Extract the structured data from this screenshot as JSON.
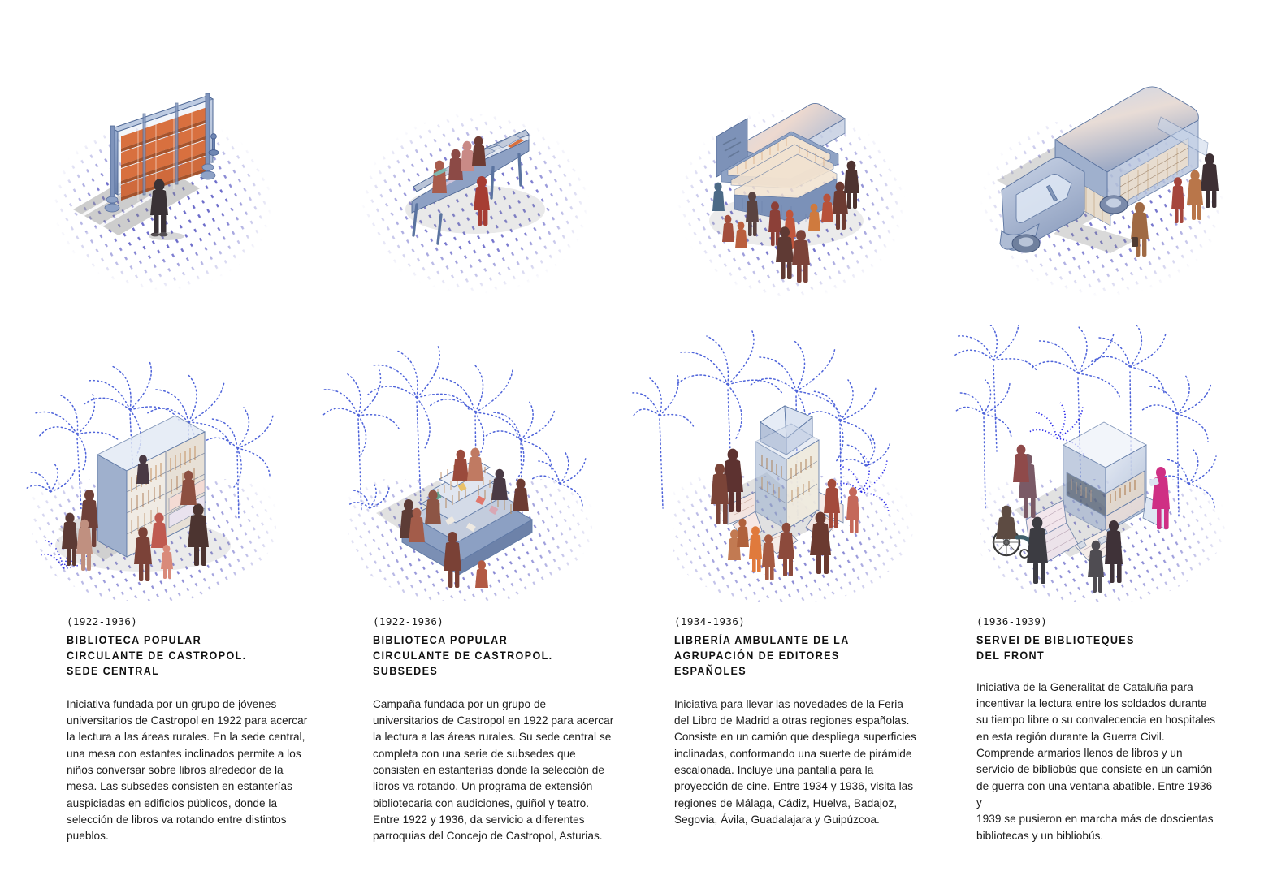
{
  "page": {
    "kind": "exhibition-panel",
    "background_color": "#ffffff",
    "ink_color": "#1a1a1a",
    "accent_blue": "#2b2bbd",
    "structure_blue": "#7f93bd",
    "book_orange": "#d8703f",
    "figure_brown": "#6d3b32"
  },
  "illustrations": {
    "top_row": [
      {
        "id": "shelf-wall",
        "caption_ref": 1,
        "alt": "Isometric view of a tall free-standing book shelving wall on a dotted blue ground with one standing figure",
        "elements": [
          "shelving-rack",
          "orange-books",
          "standing-figure",
          "cast-shadow",
          "dotted-ground"
        ]
      },
      {
        "id": "reading-table",
        "caption_ref": 2,
        "alt": "Isometric long reading table with sloped shelves and six small figures around it",
        "elements": [
          "sloped-table",
          "book-row",
          "child-figures",
          "dotted-ground"
        ]
      },
      {
        "id": "stepped-truck-pavilion",
        "caption_ref": 3,
        "alt": "Isometric stepped pyramid book display with projection screen and a crowd of figures",
        "elements": [
          "stepped-shelves",
          "cinema-screen",
          "barrel-roof",
          "crowd",
          "dotted-ground"
        ]
      },
      {
        "id": "war-bookmobile",
        "caption_ref": 4,
        "alt": "Isometric war truck converted to a mobile library with an open hinged side window and four figures",
        "elements": [
          "truck-cab",
          "box-body",
          "hinged-window",
          "book-shelves",
          "figures",
          "dotted-ground"
        ]
      }
    ],
    "bottom_row": [
      {
        "id": "shelf-unit-in-landscape",
        "caption_ref": 1,
        "alt": "Isometric double-sided bookcase in a dotted blue palm landscape with seven figures",
        "elements": [
          "double-bookcase",
          "dotted-palms",
          "dotted-shrubs",
          "figures",
          "cast-shadow"
        ]
      },
      {
        "id": "stepped-reading-platform",
        "caption_ref": 2,
        "alt": "Isometric stepped reading platform with tiered book shelves and seated readers among dotted palms",
        "elements": [
          "tiered-platform",
          "book-rows",
          "seated-readers",
          "dotted-palms"
        ]
      },
      {
        "id": "pyramid-kiosk",
        "caption_ref": 3,
        "alt": "Isometric faceted tower kiosk with fold-down display flaps and a crowd of small figures",
        "elements": [
          "faceted-tower",
          "fold-down-flaps",
          "book-shelves",
          "crowd",
          "dotted-palms"
        ]
      },
      {
        "id": "cube-bibliobus-kiosk",
        "caption_ref": 4,
        "alt": "Isometric cubic library kiosk with abatible window flaps, a wheelchair user and five other figures",
        "elements": [
          "cubic-kiosk",
          "abatible-flaps",
          "book-shelves",
          "wheelchair-figure",
          "figures",
          "dotted-foliage"
        ]
      }
    ]
  },
  "captions": [
    {
      "years": "(1922-1936)",
      "title": "BIBLIOTECA POPULAR\nCIRCULANTE DE CASTROPOL.\nSEDE CENTRAL",
      "body": "Iniciativa fundada por un grupo de jóvenes\nuniversitarios de Castropol en 1922 para acercar\nla lectura a las áreas rurales. En la sede central,\nuna mesa con estantes inclinados permite a los\nniños conversar sobre libros alrededor de la\nmesa. Las subsedes consisten en estanterías\nauspiciadas en edificios públicos, donde la\nselección de libros va rotando entre distintos\npueblos."
    },
    {
      "years": "(1922-1936)",
      "title": "BIBLIOTECA POPULAR\nCIRCULANTE DE CASTROPOL.\nSUBSEDES",
      "body": "Campaña fundada por un grupo de\nuniversitarios de Castropol en 1922 para acercar\nla lectura a las áreas rurales. Su sede central se\ncompleta con una serie de subsedes que\nconsisten en estanterías donde la selección de\nlibros va rotando. Un programa de extensión\nbibliotecaria con audiciones, guiñol y teatro.\nEntre 1922 y 1936, da servicio a diferentes\nparroquias del Concejo de Castropol, Asturias."
    },
    {
      "years": "(1934-1936)",
      "title": "LIBRERÍA AMBULANTE DE LA\nAGRUPACIÓN DE EDITORES\nESPAÑOLES",
      "body": "Iniciativa para llevar las novedades de la Feria\ndel Libro de Madrid a otras regiones españolas.\nConsiste en un camión que despliega superficies\ninclinadas, conformando una suerte de pirámide\nescalonada. Incluye una pantalla para la\nproyección de cine. Entre 1934 y 1936, visita las\nregiones de Málaga, Cádiz, Huelva, Badajoz,\nSegovia, Ávila, Guadalajara y Guipúzcoa."
    },
    {
      "years": "(1936-1939)",
      "title": "SERVEI DE BIBLIOTEQUES\nDEL FRONT",
      "body": "Iniciativa de la Generalitat de Cataluña para\nincentivar la lectura entre los soldados durante\nsu tiempo libre o su convalecencia en hospitales\nen esta región durante la Guerra Civil.\nComprende armarios llenos de libros y un\nservicio de bibliobús que consiste en un camión\nde guerra con una ventana abatible. Entre 1936 y\n1939 se pusieron en marcha más de doscientas\nbibliotecas y un bibliobús."
    }
  ]
}
